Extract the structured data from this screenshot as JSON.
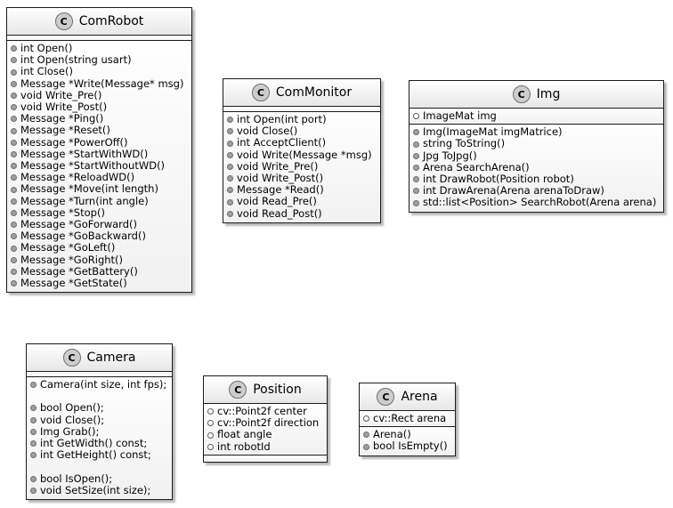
{
  "diagram_type": "uml-class-diagram",
  "colors": {
    "background": "#ffffff",
    "box_border": "#1c1c1c",
    "box_background": "#fcfcfc",
    "header_gradient_top": "#ffffff",
    "header_gradient_bottom": "#e7e7e7",
    "circle_fill": "#cdcdcd",
    "circle_border": "#6e6e6e",
    "method_bullet_fill": "#a0a0a0",
    "field_bullet_fill": "#ffffff",
    "bullet_border": "#5a5a5a",
    "shadow": "#b8b8b8",
    "text": "#000000"
  },
  "classes": [
    {
      "name": "ComRobot",
      "icon_letter": "C",
      "fields": [],
      "methods": [
        "int Open()",
        "int Open(string usart)",
        "int Close()",
        "Message *Write(Message* msg)",
        "void Write_Pre()",
        "void Write_Post()",
        "Message *Ping()",
        "Message *Reset()",
        "Message *PowerOff()",
        "Message *StartWithWD()",
        "Message *StartWithoutWD()",
        "Message *ReloadWD()",
        "Message *Move(int length)",
        "Message *Turn(int angle)",
        "Message *Stop()",
        "Message *GoForward()",
        "Message *GoBackward()",
        "Message *GoLeft()",
        "Message *GoRight()",
        "Message *GetBattery()",
        "Message *GetState()"
      ]
    },
    {
      "name": "ComMonitor",
      "icon_letter": "C",
      "fields": [],
      "methods": [
        "int Open(int port)",
        "void Close()",
        "int AcceptClient()",
        "void Write(Message *msg)",
        "void Write_Pre()",
        "void Write_Post()",
        "Message *Read()",
        "void Read_Pre()",
        "void Read_Post()"
      ]
    },
    {
      "name": "Img",
      "icon_letter": "C",
      "fields": [
        "ImageMat img"
      ],
      "methods": [
        "Img(ImageMat imgMatrice)",
        "string ToString()",
        "Jpg ToJpg()",
        "Arena SearchArena()",
        "int DrawRobot(Position robot)",
        "int DrawArena(Arena arenaToDraw)",
        "std::list<Position> SearchRobot(Arena arena)"
      ]
    },
    {
      "name": "Camera",
      "icon_letter": "C",
      "fields": [],
      "methods": [
        "Camera(int size, int fps);",
        "",
        "bool Open();",
        "void Close();",
        "Img Grab();",
        "int GetWidth() const;",
        "int GetHeight() const;",
        "",
        "bool IsOpen();",
        "void SetSize(int size);"
      ]
    },
    {
      "name": "Position",
      "icon_letter": "C",
      "fields": [
        "cv::Point2f center",
        "cv::Point2f direction",
        "float angle",
        "int robotId"
      ],
      "methods": []
    },
    {
      "name": "Arena",
      "icon_letter": "C",
      "fields": [
        "cv::Rect arena"
      ],
      "methods": [
        "Arena()",
        "bool IsEmpty()"
      ]
    }
  ]
}
